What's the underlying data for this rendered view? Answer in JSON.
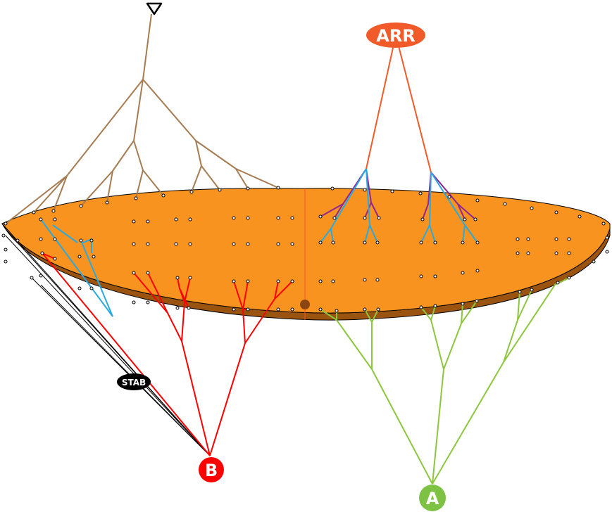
{
  "labels": {
    "arr": "ARR",
    "stab": "STAB",
    "b": "B",
    "a": "A"
  },
  "icons": {
    "top_node": "inverted-triangle-icon"
  },
  "colors": {
    "disk_fill": "#f7931e",
    "disk_rim": "#9a5410",
    "arr_node": "#f15a29",
    "arr_line": "#f15a29",
    "b_node": "#ff0000",
    "b_line": "#ff0000",
    "a_node": "#7dc242",
    "a_line": "#8dc63f",
    "top_tree": "#a67c52",
    "stab_line": "#000000",
    "cyan_branch": "#29a9e0",
    "purple_branch": "#92278f",
    "center_line": "#f15a29"
  }
}
